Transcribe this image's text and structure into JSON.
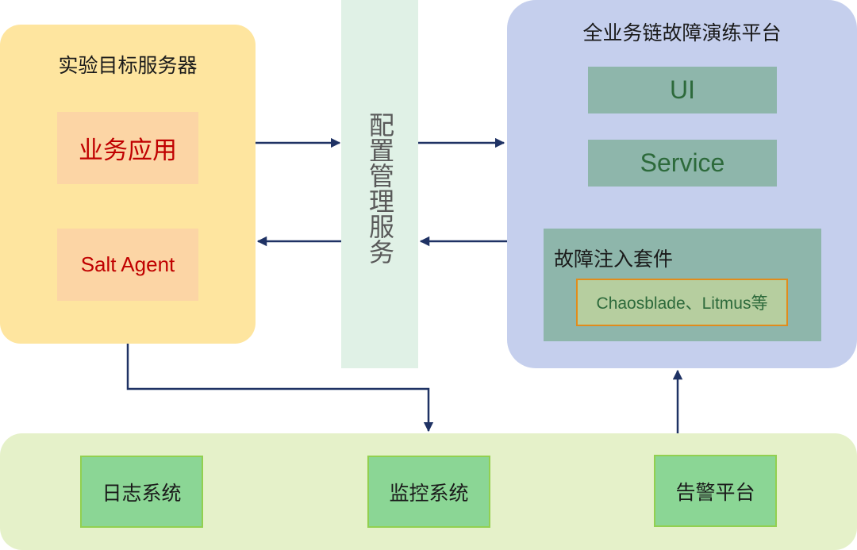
{
  "target_server": {
    "title": "实验目标服务器",
    "components": [
      {
        "label": "业务应用"
      },
      {
        "label": "Salt Agent"
      }
    ]
  },
  "config_service": {
    "label": "配置管理服务"
  },
  "platform": {
    "title": "全业务链故障演练平台",
    "components": [
      {
        "label": "UI"
      },
      {
        "label": "Service"
      }
    ],
    "fault_injection_kit": {
      "title": "故障注入套件",
      "tools": "Chaosblade、Litmus等"
    }
  },
  "support_systems": {
    "items": [
      {
        "label": "日志系统"
      },
      {
        "label": "监控系统"
      },
      {
        "label": "告警平台"
      }
    ]
  },
  "connections": [
    {
      "from": "实验目标服务器",
      "to": "配置管理服务"
    },
    {
      "from": "配置管理服务",
      "to": "全业务链故障演练平台"
    },
    {
      "from": "全业务链故障演练平台",
      "to": "配置管理服务"
    },
    {
      "from": "配置管理服务",
      "to": "实验目标服务器"
    },
    {
      "from": "实验目标服务器",
      "to": "监控系统"
    },
    {
      "from": "告警平台",
      "to": "全业务链故障演练平台"
    }
  ],
  "colors": {
    "arrow": "#1f3264",
    "target_server_bg": "#fee59f",
    "target_component_bg": "#fcd5a5",
    "target_component_text": "#c00000",
    "config_bg": "#e0f1e6",
    "platform_bg": "#c5cfed",
    "platform_component_bg": "#8eb6ab",
    "platform_component_text": "#2d6a3b",
    "tools_bg": "#b6ce9f",
    "tools_border": "#e08c1c",
    "bottom_bg": "#e5f1c9",
    "bottom_box_bg": "#8bd695",
    "bottom_box_border": "#92d050"
  }
}
